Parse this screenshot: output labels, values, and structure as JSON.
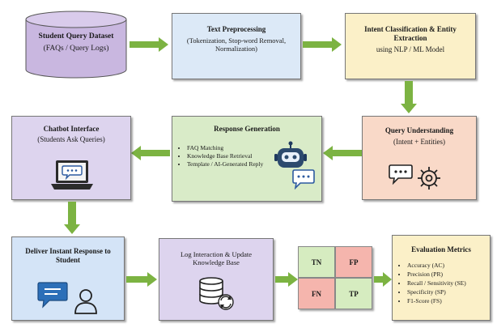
{
  "colors": {
    "arrow": "#7cb342",
    "db_fill": "#c9b7e0",
    "preprocess_fill": "#dce9f7",
    "intent_fill": "#fbf0c8",
    "understanding_fill": "#f9d9c8",
    "response_fill": "#d9ebc8",
    "chatbot_fill": "#ddd4ee",
    "deliver_fill": "#d4e4f7",
    "log_fill": "#ddd4ee",
    "metrics_fill": "#fbf0c8",
    "tn_fill": "#d6ecc0",
    "fp_fill": "#f5b5ad",
    "fn_fill": "#f5b5ad",
    "tp_fill": "#d6ecc0"
  },
  "nodes": {
    "dataset": {
      "title": "Student Query Dataset",
      "subtitle": "(FAQs / Query Logs)"
    },
    "preprocess": {
      "title": "Text Preprocessing",
      "details": "(Tokenization, Stop-word Removal, Normalization)"
    },
    "intent": {
      "title": "Intent Classification & Entity Extraction",
      "subtitle": "using NLP / ML Model"
    },
    "understanding": {
      "title": "Query Understanding",
      "subtitle": "(Intent + Entities)"
    },
    "response": {
      "title": "Response Generation",
      "items": [
        "FAQ Matching",
        "Knowledge Base Retrieval",
        "Template / AI-Generated Reply"
      ]
    },
    "chatbot": {
      "title": "Chatbot Interface",
      "subtitle": "(Students Ask Queries)"
    },
    "deliver": {
      "title": "Deliver Instant Response to Student"
    },
    "log": {
      "title": "Log Interaction & Update Knowledge Base"
    },
    "confusion": {
      "tn": "TN",
      "fp": "FP",
      "fn": "FN",
      "tp": "TP"
    },
    "metrics": {
      "title": "Evaluation Metrics",
      "items": [
        "Accuracy (AC)",
        "Precision (PR)",
        "Recall / Sensitivity (SE)",
        "Specificity (SP)",
        "F1-Score (FS)"
      ]
    }
  }
}
